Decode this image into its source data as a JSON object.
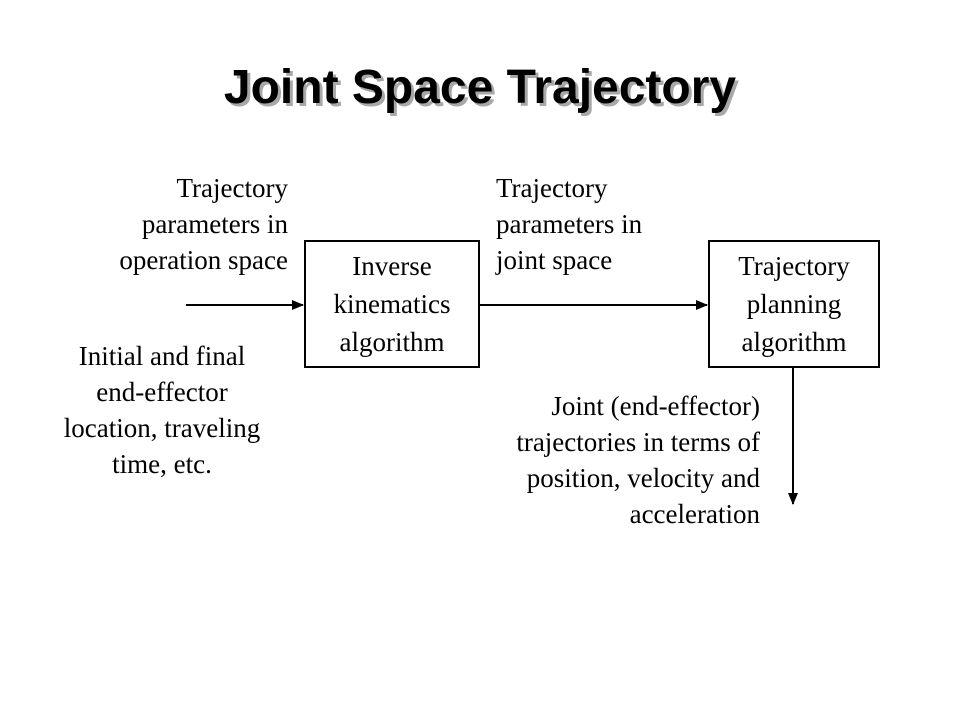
{
  "title": "Joint Space Trajectory",
  "labels": {
    "input_top": "Trajectory\nparameters in\noperation space",
    "input_bottom": "Initial and final\nend-effector\nlocation, traveling\ntime, etc.",
    "middle_top": "Trajectory\nparameters in\njoint space",
    "output": "Joint (end-effector)\ntrajectories in terms of\nposition, velocity and\nacceleration"
  },
  "boxes": {
    "inverse_kinematics": "Inverse\nkinematics\nalgorithm",
    "trajectory_planning": "Trajectory\nplanning\nalgorithm"
  }
}
